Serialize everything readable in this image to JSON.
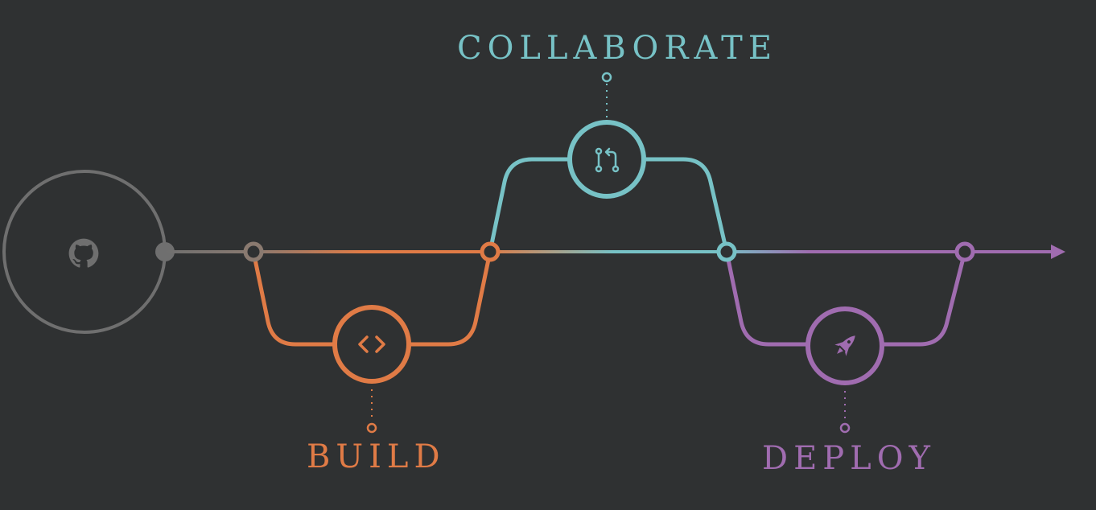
{
  "stages": {
    "build": {
      "label": "BUILD"
    },
    "collaborate": {
      "label": "COLLABORATE"
    },
    "deploy": {
      "label": "DEPLOY"
    }
  },
  "icons": {
    "origin": "github-octocat-icon",
    "build": "code-brackets-icon",
    "collaborate": "pull-request-icon",
    "deploy": "rocket-icon"
  },
  "colors": {
    "background": "#2f3132",
    "gray": "#6f6f6f",
    "build": "#e07b46",
    "collaborate": "#77c2c6",
    "deploy": "#a06cb0"
  }
}
